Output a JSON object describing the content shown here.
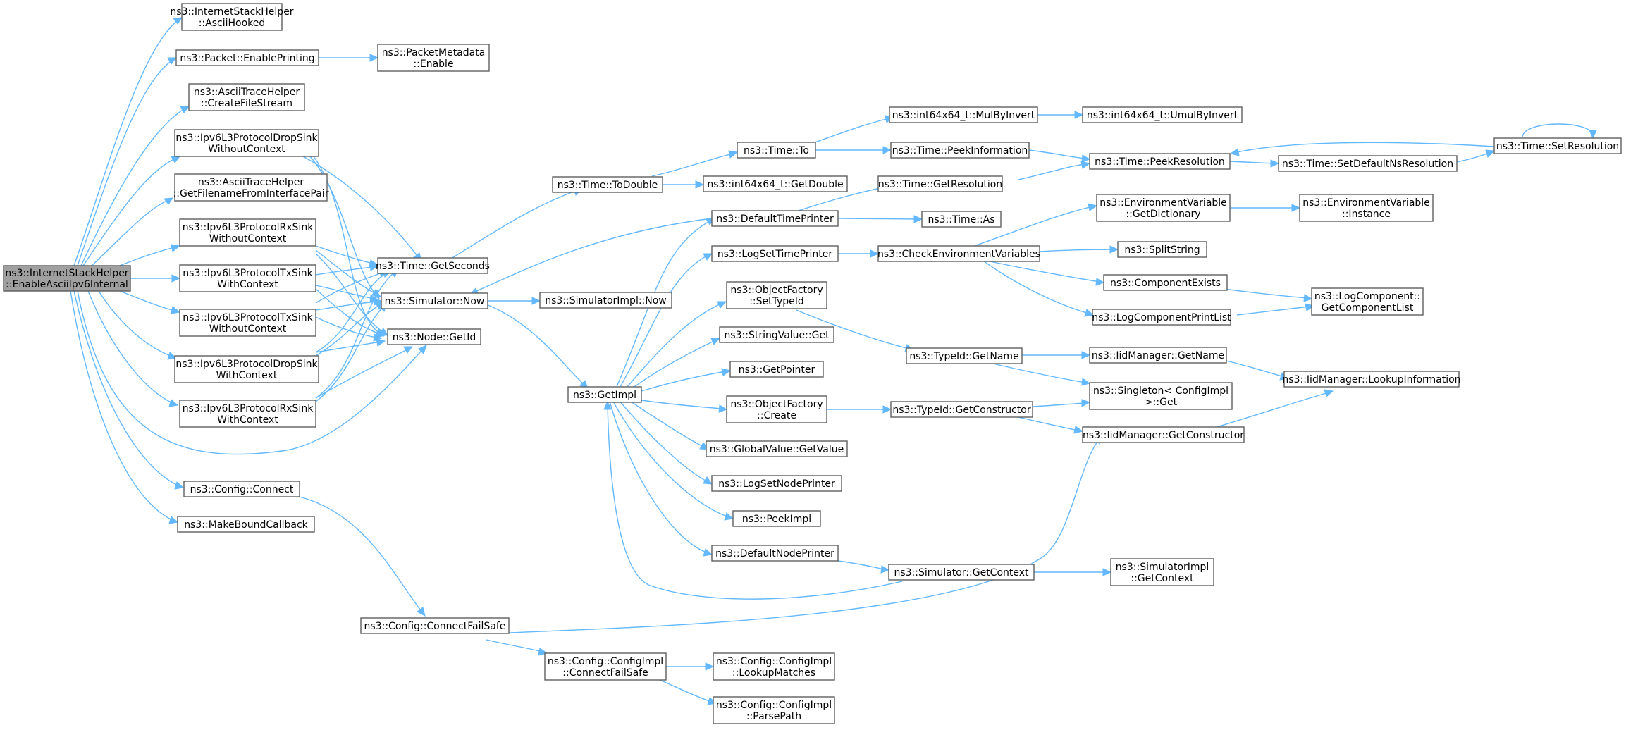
{
  "graph": {
    "colors": {
      "edge": "#63b8ff",
      "node_border": "#5f5f5f",
      "root_fill": "#a0a0a0",
      "node_fill": "#ffffff"
    },
    "nodes": [
      {
        "id": "root",
        "lines": [
          "ns3::InternetStackHelper",
          "::EnableAsciiIpv6Internal"
        ]
      },
      {
        "id": "n_asciihooked",
        "lines": [
          "ns3::InternetStackHelper",
          "::AsciiHooked"
        ]
      },
      {
        "id": "n_enableprinting",
        "lines": [
          "ns3::Packet::EnablePrinting"
        ]
      },
      {
        "id": "n_pmeta_enable",
        "lines": [
          "ns3::PacketMetadata",
          "::Enable"
        ]
      },
      {
        "id": "n_createfilestream",
        "lines": [
          "ns3::AsciiTraceHelper",
          "::CreateFileStream"
        ]
      },
      {
        "id": "n_dropsink_wo",
        "lines": [
          "ns3::Ipv6L3ProtocolDropSink",
          "WithoutContext"
        ]
      },
      {
        "id": "n_getfilename",
        "lines": [
          "ns3::AsciiTraceHelper",
          "::GetFilenameFromInterfacePair"
        ]
      },
      {
        "id": "n_rxsink_wo",
        "lines": [
          "ns3::Ipv6L3ProtocolRxSink",
          "WithoutContext"
        ]
      },
      {
        "id": "n_txsink_w",
        "lines": [
          "ns3::Ipv6L3ProtocolTxSink",
          "WithContext"
        ]
      },
      {
        "id": "n_txsink_wo",
        "lines": [
          "ns3::Ipv6L3ProtocolTxSink",
          "WithoutContext"
        ]
      },
      {
        "id": "n_dropsink_w",
        "lines": [
          "ns3::Ipv6L3ProtocolDropSink",
          "WithContext"
        ]
      },
      {
        "id": "n_rxsink_w",
        "lines": [
          "ns3::Ipv6L3ProtocolRxSink",
          "WithContext"
        ]
      },
      {
        "id": "n_config_connect",
        "lines": [
          "ns3::Config::Connect"
        ]
      },
      {
        "id": "n_makeboundcallback",
        "lines": [
          "ns3::MakeBoundCallback"
        ]
      },
      {
        "id": "n_time_getseconds",
        "lines": [
          "ns3::Time::GetSeconds"
        ]
      },
      {
        "id": "n_sim_now",
        "lines": [
          "ns3::Simulator::Now"
        ]
      },
      {
        "id": "n_node_getid",
        "lines": [
          "ns3::Node::GetId"
        ]
      },
      {
        "id": "n_connectfailsafe",
        "lines": [
          "ns3::Config::ConnectFailSafe"
        ]
      },
      {
        "id": "n_time_todouble",
        "lines": [
          "ns3::Time::ToDouble"
        ]
      },
      {
        "id": "n_simimpl_now",
        "lines": [
          "ns3::SimulatorImpl::Now"
        ]
      },
      {
        "id": "n_getimpl",
        "lines": [
          "ns3::GetImpl"
        ]
      },
      {
        "id": "n_cimpl_connectfailsafe",
        "lines": [
          "ns3::Config::ConfigImpl",
          "::ConnectFailSafe"
        ]
      },
      {
        "id": "n_time_to",
        "lines": [
          "ns3::Time::To"
        ]
      },
      {
        "id": "n_int64_getdouble",
        "lines": [
          "ns3::int64x64_t::GetDouble"
        ]
      },
      {
        "id": "n_defaulttimeprinter",
        "lines": [
          "ns3::DefaultTimePrinter"
        ]
      },
      {
        "id": "n_logsettimeprinter",
        "lines": [
          "ns3::LogSetTimePrinter"
        ]
      },
      {
        "id": "n_of_settypeid",
        "lines": [
          "ns3::ObjectFactory",
          "::SetTypeId"
        ]
      },
      {
        "id": "n_stringvalue_get",
        "lines": [
          "ns3::StringValue::Get"
        ]
      },
      {
        "id": "n_getpointer",
        "lines": [
          "ns3::GetPointer"
        ]
      },
      {
        "id": "n_of_create",
        "lines": [
          "ns3::ObjectFactory",
          "::Create"
        ]
      },
      {
        "id": "n_globalvalue_getvalue",
        "lines": [
          "ns3::GlobalValue::GetValue"
        ]
      },
      {
        "id": "n_logsetnodeprinter",
        "lines": [
          "ns3::LogSetNodePrinter"
        ]
      },
      {
        "id": "n_peekimpl",
        "lines": [
          "ns3::PeekImpl"
        ]
      },
      {
        "id": "n_defaultnodeprinter",
        "lines": [
          "ns3::DefaultNodePrinter"
        ]
      },
      {
        "id": "n_cimpl_lookupmatches",
        "lines": [
          "ns3::Config::ConfigImpl",
          "::LookupMatches"
        ]
      },
      {
        "id": "n_cimpl_parsepath",
        "lines": [
          "ns3::Config::ConfigImpl",
          "::ParsePath"
        ]
      },
      {
        "id": "n_int64_mulbyinvert",
        "lines": [
          "ns3::int64x64_t::MulByInvert"
        ]
      },
      {
        "id": "n_time_peekinformation",
        "lines": [
          "ns3::Time::PeekInformation"
        ]
      },
      {
        "id": "n_time_getresolution",
        "lines": [
          "ns3::Time::GetResolution"
        ]
      },
      {
        "id": "n_time_as",
        "lines": [
          "ns3::Time::As"
        ]
      },
      {
        "id": "n_checkenvvars",
        "lines": [
          "ns3::CheckEnvironmentVariables"
        ]
      },
      {
        "id": "n_typeid_getname",
        "lines": [
          "ns3::TypeId::GetName"
        ]
      },
      {
        "id": "n_typeid_getconstructor",
        "lines": [
          "ns3::TypeId::GetConstructor"
        ]
      },
      {
        "id": "n_sim_getcontext",
        "lines": [
          "ns3::Simulator::GetContext"
        ]
      },
      {
        "id": "n_int64_umulbyinvert",
        "lines": [
          "ns3::int64x64_t::UmulByInvert"
        ]
      },
      {
        "id": "n_time_peekresolution",
        "lines": [
          "ns3::Time::PeekResolution"
        ]
      },
      {
        "id": "n_envvar_getdictionary",
        "lines": [
          "ns3::EnvironmentVariable",
          "::GetDictionary"
        ]
      },
      {
        "id": "n_splitstring",
        "lines": [
          "ns3::SplitString"
        ]
      },
      {
        "id": "n_componentexists",
        "lines": [
          "ns3::ComponentExists"
        ]
      },
      {
        "id": "n_logcomponentprintlist",
        "lines": [
          "ns3::LogComponentPrintList"
        ]
      },
      {
        "id": "n_iidmanager_getname",
        "lines": [
          "ns3::IidManager::GetName"
        ]
      },
      {
        "id": "n_singleton_get",
        "lines": [
          "ns3::Singleton< ConfigImpl",
          ">::Get"
        ]
      },
      {
        "id": "n_iidmanager_getconstructor",
        "lines": [
          "ns3::IidManager::GetConstructor"
        ]
      },
      {
        "id": "n_simimpl_getcontext",
        "lines": [
          "ns3::SimulatorImpl",
          "::GetContext"
        ]
      },
      {
        "id": "n_time_setdefaultnsres",
        "lines": [
          "ns3::Time::SetDefaultNsResolution"
        ]
      },
      {
        "id": "n_time_setresolution",
        "lines": [
          "ns3::Time::SetResolution"
        ]
      },
      {
        "id": "n_envvar_instance",
        "lines": [
          "ns3::EnvironmentVariable",
          "::Instance"
        ]
      },
      {
        "id": "n_logcomponent_getlist",
        "lines": [
          "ns3::LogComponent::",
          "GetComponentList"
        ]
      },
      {
        "id": "n_iidmanager_lookupinfo",
        "lines": [
          "ns3::IidManager::LookupInformation"
        ]
      }
    ]
  }
}
